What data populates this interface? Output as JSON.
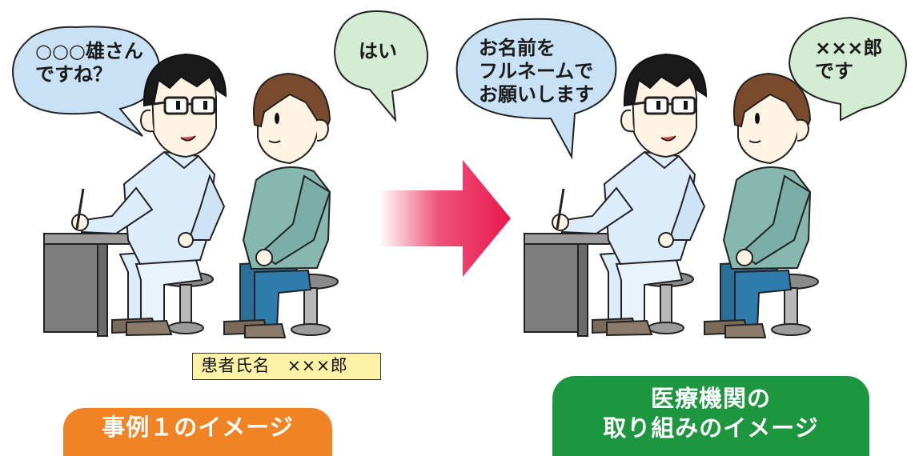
{
  "left_scene": {
    "nurse_speech": [
      "○○○雄さん",
      "ですね？"
    ],
    "patient_speech": "はい",
    "name_label": "患者氏名　×××郎",
    "caption": "事例１のイメージ"
  },
  "right_scene": {
    "nurse_speech": [
      "お名前を",
      "フルネームで",
      "お願いします"
    ],
    "patient_speech": [
      "×××郎",
      "です"
    ],
    "caption": [
      "医療機関の",
      "取り組みのイメージ"
    ]
  },
  "colors": {
    "speech_nurse": "#c8e1f5",
    "speech_patient": "#d4ecd4",
    "arrow": "#e8194f",
    "caption_orange": "#f08425",
    "caption_green": "#1e9640",
    "label_bg": "#fdf2a6"
  }
}
